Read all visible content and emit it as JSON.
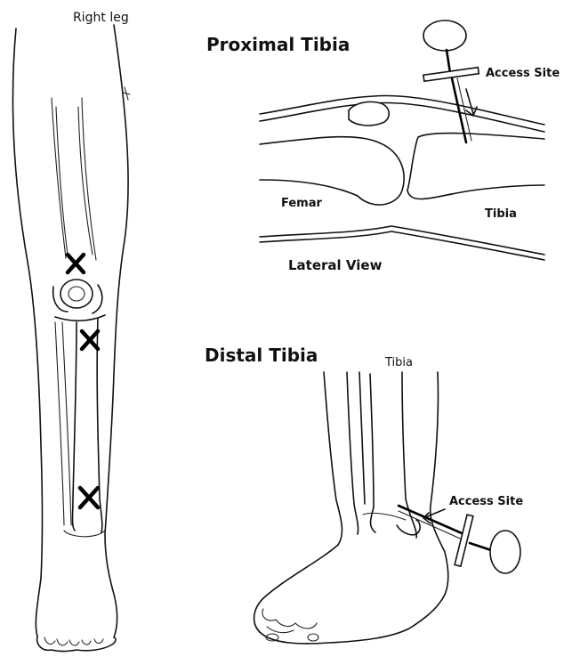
{
  "leg_panel": {
    "title": "Right leg",
    "sites_marked": 3
  },
  "proximal_panel": {
    "title": "Proximal Tibia",
    "access_label": "Access Site",
    "femur_label": "Femar",
    "tibia_label": "Tibia",
    "view_label": "Lateral View"
  },
  "distal_panel": {
    "title": "Distal Tibia",
    "tibia_label": "Tibia",
    "access_label": "Access Site"
  },
  "colors": {
    "line": "#111111",
    "background": "#ffffff"
  }
}
